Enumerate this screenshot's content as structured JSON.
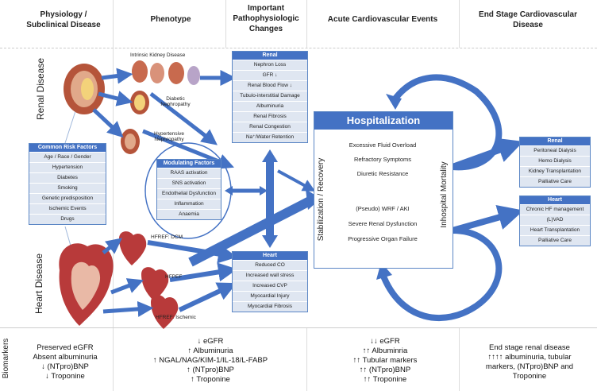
{
  "headers": {
    "physiology": "Physiology  /\nSubclinical Disease",
    "phenotype": "Phenotype",
    "pathophysiologic": "Important\nPathophysiologic\nChanges",
    "acute": "Acute Cardiovascular Events",
    "endstage": "End Stage Cardiovascular\nDisease"
  },
  "side_labels": {
    "renal_disease": "Renal Disease",
    "heart_disease": "Heart Disease",
    "biomarkers": "Biomarkers"
  },
  "kidney_labels": {
    "intrinsic": "Intrinsic Kidney Disease",
    "diabetic": "Diabetic\nNephropathy",
    "hypertensive": "Hypertensive\nNephropathy"
  },
  "heart_labels": {
    "dcm": "HFREF: DCM",
    "hfpef": "HFPEF",
    "ischemic": "HFREF: Ischemic"
  },
  "risk_factors": {
    "title": "Common Risk Factors",
    "items": [
      "Age / Race / Gender",
      "Hypertension",
      "Diabetes",
      "Smoking",
      "Genetic predisposition",
      "Ischemic Events",
      "Drugs"
    ]
  },
  "modulating": {
    "title": "Modulating Factors",
    "items": [
      "RAAS activation",
      "SNS activation",
      "Endothelial Dysfunction",
      "Inflammation",
      "Anaemia"
    ]
  },
  "renal_changes": {
    "title": "Renal",
    "items": [
      "Nephron Loss",
      "GFR ↓",
      "Renal Blood Flow ↓",
      "Tubulo-interstitial Damage",
      "Albuminuria",
      "Renal Fibrosis",
      "Renal Congestion",
      "Na⁺/Water Retention"
    ]
  },
  "heart_changes": {
    "title": "Heart",
    "items": [
      "Reduced CO",
      "Increased wall stress",
      "Increased CVP",
      "Myocardial Injury",
      "Myocardial Fibrosis"
    ]
  },
  "hospitalization": {
    "title": "Hospitalization",
    "left_side": "Stabilization / Recovery",
    "right_side": "Inhospital Mortality",
    "items_top": [
      "Excessive Fluid Overload",
      "Refractory Symptoms",
      "Diuretic Resistance"
    ],
    "items_bottom": [
      "(Pseudo) WRF / AKI",
      "Severe Renal Dysfunction",
      "Progressive Organ Failure"
    ]
  },
  "endstage_renal": {
    "title": "Renal",
    "items": [
      "Peritoneal Dialysis",
      "Hemo Dialysis",
      "Kidney Transplantation",
      "Palliative Care"
    ]
  },
  "endstage_heart": {
    "title": "Heart",
    "items": [
      "Chronic HF management",
      "(L)VAD",
      "Heart Transplantation",
      "Palliative Care"
    ]
  },
  "biomarkers": {
    "col1": [
      "Preserved eGFR",
      "Absent albuminuria",
      "↓ (NTpro)BNP",
      "↓ Troponine"
    ],
    "col2": [
      "↓ eGFR",
      "↑ Albuminuria",
      "↑ NGAL/NAG/KIM-1/IL-18/L-FABP",
      "↑ (NTpro)BNP",
      "↑ Troponine"
    ],
    "col3": [
      "↓↓ eGFR",
      "↑↑ Albuminria",
      "↑↑ Tubular markers",
      "↑↑ (NTpro)BNP",
      "↑↑ Troponine"
    ],
    "col4": [
      "End stage renal disease",
      "↑↑↑↑ albuminuria, tubular",
      "markers, (NTpro)BNP and",
      "Troponine"
    ]
  },
  "colors": {
    "arrow": "#4472c4",
    "panel_header": "#4472c4",
    "panel_body": "#dfe6f1"
  }
}
